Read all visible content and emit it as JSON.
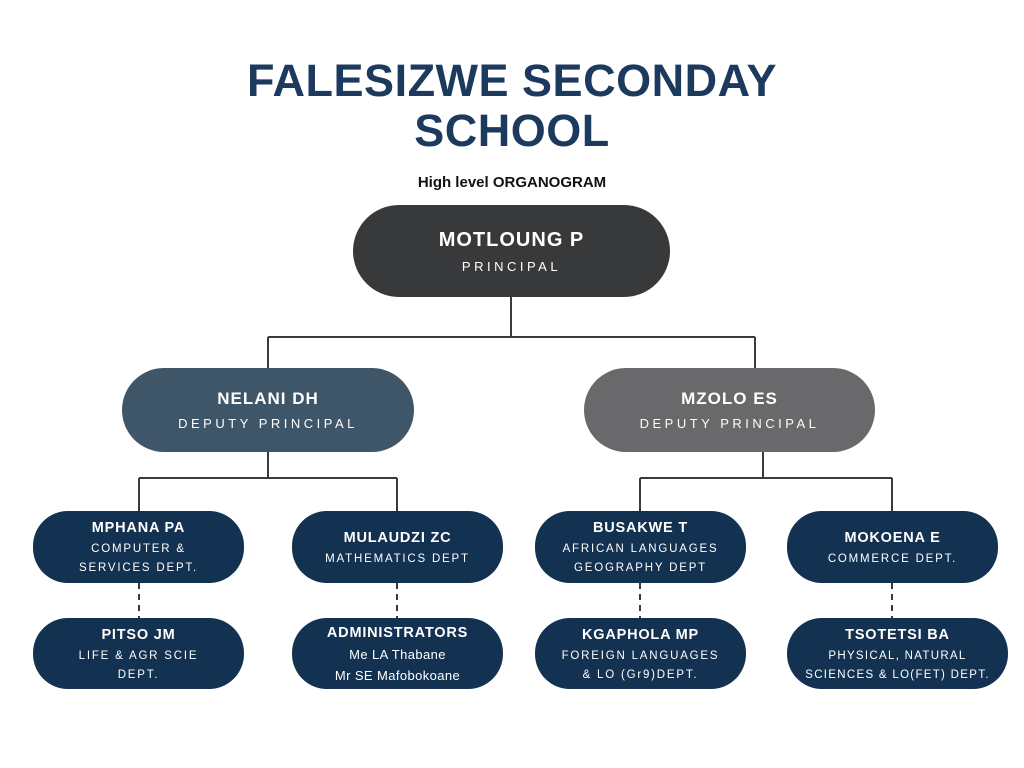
{
  "header": {
    "title": "FALESIZWE SECONDAY SCHOOL",
    "subtitle": "High level ORGANOGRAM"
  },
  "colors": {
    "title_text": "#1c3a5e",
    "principal_bg": "#38393b",
    "deputy_left_bg": "#3f5568",
    "deputy_right_bg": "#69696b",
    "department_bg": "#133150",
    "connector": "#3b3b3b"
  },
  "nodes": {
    "principal": {
      "name": "MOTLOUNG P",
      "role": "PRINCIPAL"
    },
    "deputy_left": {
      "name": "NELANI DH",
      "role": "DEPUTY PRINCIPAL"
    },
    "deputy_right": {
      "name": "MZOLO ES",
      "role": "DEPUTY PRINCIPAL"
    },
    "dept_1": {
      "name": "MPHANA PA",
      "lines": [
        "COMPUTER &",
        "SERVICES DEPT."
      ]
    },
    "dept_2": {
      "name": "MULAUDZI ZC",
      "lines": [
        "MATHEMATICS DEPT"
      ]
    },
    "dept_3": {
      "name": "BUSAKWE T",
      "lines": [
        "AFRICAN LANGUAGES",
        "GEOGRAPHY DEPT"
      ]
    },
    "dept_4": {
      "name": "MOKOENA E",
      "lines": [
        "COMMERCE DEPT."
      ]
    },
    "sub_1": {
      "name": "PITSO JM",
      "lines": [
        "LIFE & AGR SCIE",
        "DEPT."
      ]
    },
    "sub_2": {
      "name": "ADMINISTRATORS",
      "lines": [
        "Me LA Thabane",
        "Mr SE Mafobokoane"
      ]
    },
    "sub_3": {
      "name": "KGAPHOLA MP",
      "lines": [
        "FOREIGN LANGUAGES",
        "& LO (Gr9)DEPT."
      ]
    },
    "sub_4": {
      "name": "TSOTETSI BA",
      "lines": [
        "PHYSICAL, NATURAL",
        "SCIENCES & LO(FET) DEPT."
      ]
    }
  }
}
